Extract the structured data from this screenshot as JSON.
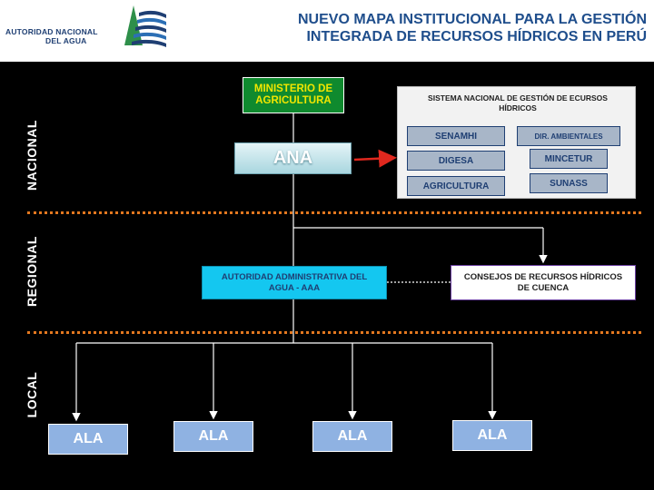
{
  "header": {
    "logo_line1": "AUTORIDAD NACIONAL",
    "logo_line2": "DEL AGUA",
    "title_line1": "NUEVO MAPA INSTITUCIONAL PARA LA GESTIÓN",
    "title_line2": "INTEGRADA DE RECURSOS HÍDRICOS EN PERÚ"
  },
  "levels": {
    "nacional": "NACIONAL",
    "regional": "REGIONAL",
    "local": "LOCAL"
  },
  "nodes": {
    "ministerio": "MINISTERIO DE AGRICULTURA",
    "ana": "ANA",
    "aaa": "AUTORIDAD ADMINISTRATIVA DEL AGUA - AAA",
    "consejos": "CONSEJOS DE RECURSOS HÍDRICOS DE CUENCA",
    "ala": [
      "ALA",
      "ALA",
      "ALA",
      "ALA"
    ]
  },
  "sistema": {
    "title": "SISTEMA NACIONAL DE GESTIÓN DE ECURSOS HÍDRICOS",
    "left": [
      "SENAMHI",
      "DIGESA",
      "AGRICULTURA"
    ],
    "right": [
      "DIR. AMBIENTALES",
      "MINCETUR",
      "SUNASS"
    ]
  },
  "colors": {
    "ministerio_bg": "#0f8a2e",
    "ministerio_text": "#f2e600",
    "ana_bg": "#bfe3ea",
    "aaa_bg": "#14c7f0",
    "ala_bg": "#8fb2e2",
    "separator": "#e3781f",
    "arrow": "#e0281e",
    "title_text": "#1f4e8c"
  }
}
